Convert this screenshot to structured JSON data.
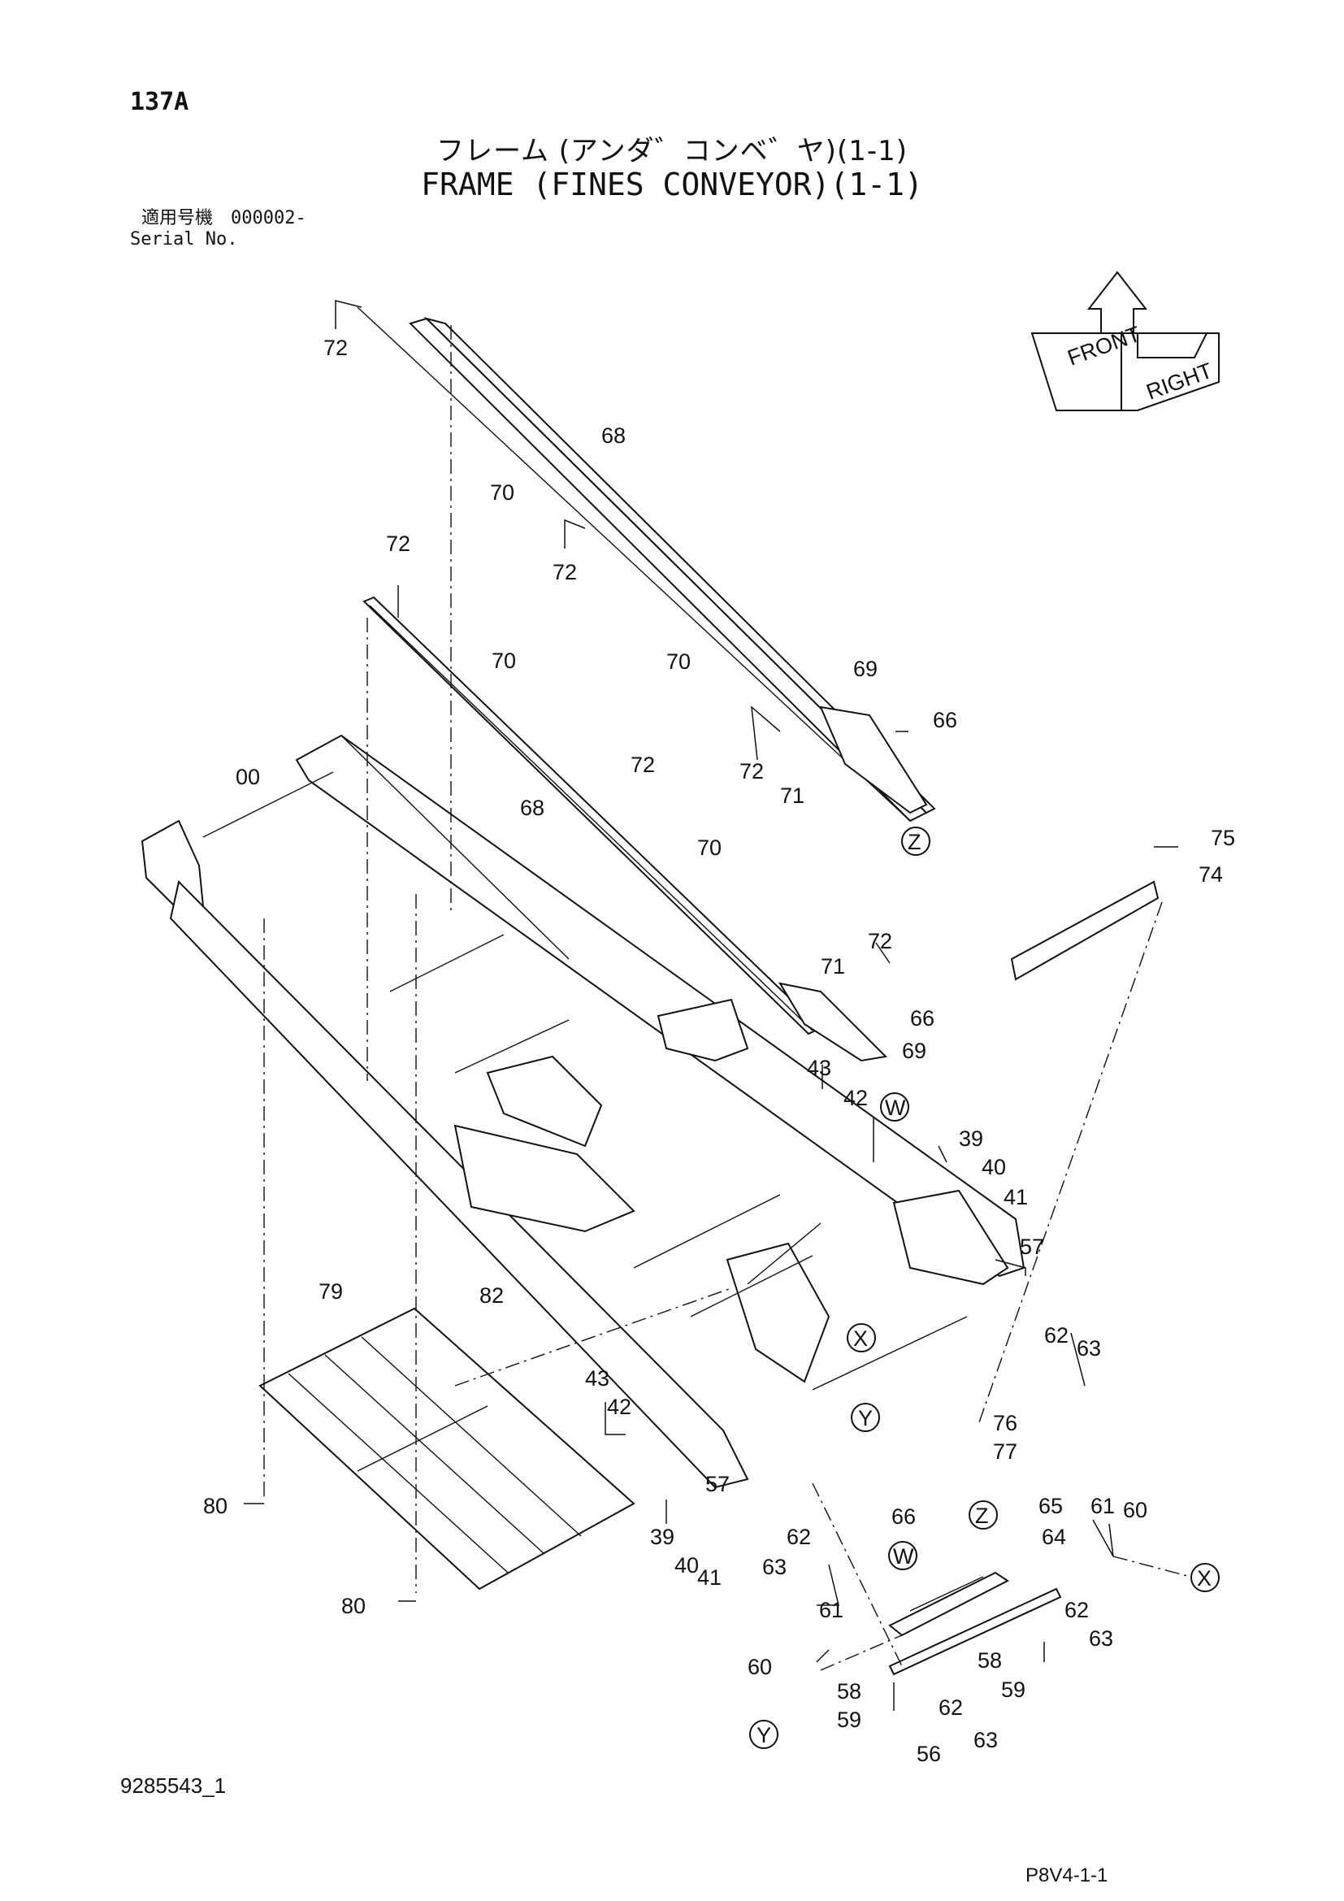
{
  "header": {
    "page_number": "137A",
    "title_jp": "フレーム (アンダ゛コンベ゛ヤ)(1-1)",
    "title_en": "FRAME (FINES CONVEYOR)(1-1)",
    "serial_label_jp": "適用号機",
    "serial_number": "000002-",
    "serial_label_en": "Serial No."
  },
  "orientation_icon": {
    "labels": [
      "FRONT",
      "RIGHT"
    ]
  },
  "callouts": {
    "c72a": "72",
    "c68a": "68",
    "c70a": "70",
    "c72b": "72",
    "c70b": "70",
    "c69a": "69",
    "c66a": "66",
    "c72c": "72",
    "c71a": "71",
    "cZa": "Z",
    "c72d": "72",
    "c70c": "70",
    "c68b": "68",
    "c72e": "72",
    "c70d": "70",
    "c00": "00",
    "c75": "75",
    "c74": "74",
    "c72f": "72",
    "c71b": "71",
    "c66b": "66",
    "c69b": "69",
    "c43a": "43",
    "c42a": "42",
    "cWa": "W",
    "c39a": "39",
    "c40a": "40",
    "c41a": "41",
    "c57a": "57",
    "c79": "79",
    "c82": "82",
    "cXa": "X",
    "c62a": "62",
    "c63a": "63",
    "c43b": "43",
    "c42b": "42",
    "cYa": "Y",
    "c76": "76",
    "c77": "77",
    "c57b": "57",
    "c80a": "80",
    "c39b": "39",
    "c40b": "40",
    "c41b": "41",
    "c62b": "62",
    "c63b": "63",
    "c66c": "66",
    "cZb": "Z",
    "c65": "65",
    "c61a": "61",
    "c60a": "60",
    "c64": "64",
    "cWb": "W",
    "cXb": "X",
    "c80b": "80",
    "c61b": "61",
    "c62c": "62",
    "c63c": "63",
    "c60b": "60",
    "c58a": "58",
    "c59a": "59",
    "c58b": "58",
    "c62d": "62",
    "c59b": "59",
    "cYb": "Y",
    "c56": "56",
    "c63d": "63"
  },
  "footer": {
    "drawing_number": "9285543_1",
    "page_code": "P8V4-1-1"
  }
}
